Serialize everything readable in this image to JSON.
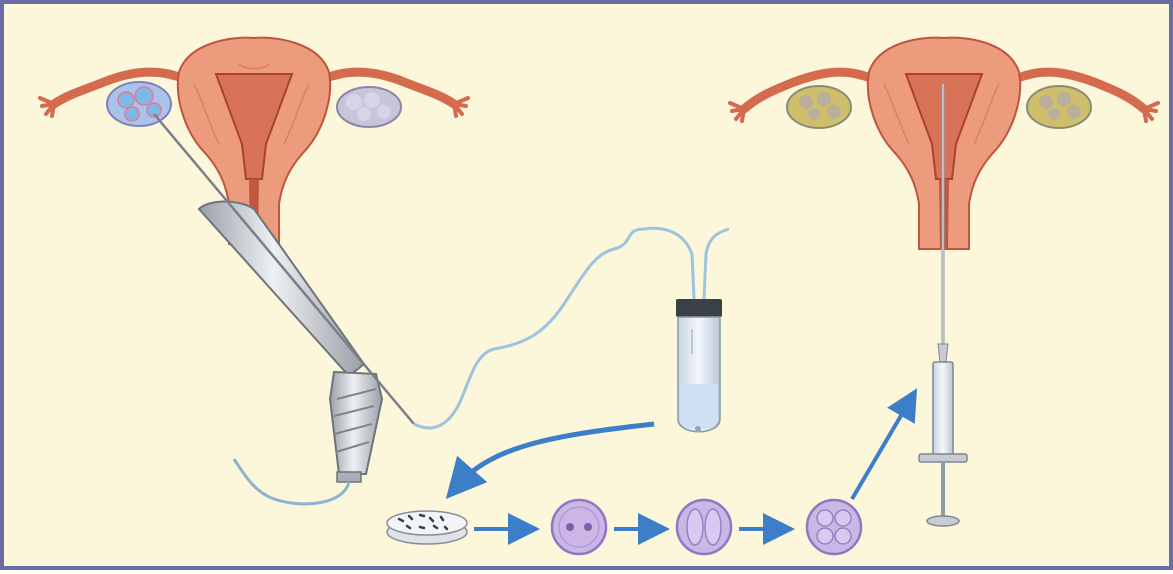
{
  "diagram": {
    "kind": "ivf-procedure-illustration",
    "steps": [
      "egg-retrieval",
      "collection-tube",
      "fertilization-dish",
      "zygote",
      "two-cell-embryo",
      "four-cell-embryo",
      "embryo-transfer"
    ]
  },
  "colors": {
    "frame_border": "#6a6aa6",
    "background": "#fcf6da",
    "uterus_fill": "#ec9b7c",
    "uterus_dark": "#c0553d",
    "arrow": "#3c7fc8",
    "cell_fill": "#cbb6e6",
    "cell_stroke": "#8f78c0",
    "ovary_stimulated": "#a8c4ea",
    "ovary_resting": "#c8c4dc",
    "ovary_gold": "#cfbf6a",
    "instrument": "#c8ccd2"
  }
}
